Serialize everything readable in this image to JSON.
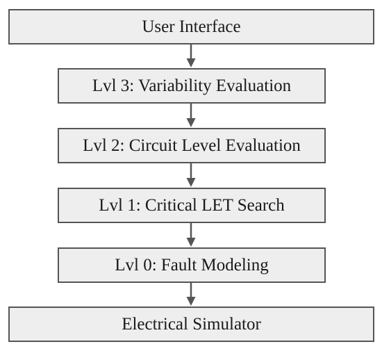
{
  "diagram": {
    "nodes": [
      {
        "label": "User Interface"
      },
      {
        "label": "Lvl 3: Variability Evaluation"
      },
      {
        "label": "Lvl 2: Circuit Level Evaluation"
      },
      {
        "label": "Lvl 1: Critical LET Search"
      },
      {
        "label": "Lvl 0: Fault Modeling"
      },
      {
        "label": "Electrical Simulator"
      }
    ],
    "colors": {
      "box_fill": "#eeeeee",
      "box_border": "#555555",
      "arrow": "#555555",
      "text": "#1a1a1a"
    }
  }
}
